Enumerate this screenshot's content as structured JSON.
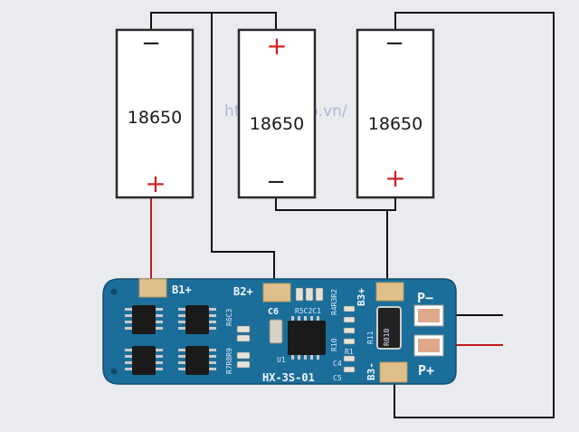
{
  "watermark": "http://hshop.vn/",
  "cells": [
    {
      "label": "18650",
      "top_sign": "−",
      "bottom_sign": "+"
    },
    {
      "label": "18650",
      "top_sign": "+",
      "bottom_sign": "−"
    },
    {
      "label": "18650",
      "top_sign": "−",
      "bottom_sign": "+"
    }
  ],
  "board": {
    "model": "HX-3S-01",
    "pads": {
      "b1": "B1+",
      "b2": "B2+",
      "b3p": "B3+",
      "b3m": "B3-",
      "pm": "P−",
      "pp": "P+"
    },
    "components": {
      "c6": "C6",
      "u1": "U1",
      "r11": "R11",
      "r010": "R010",
      "r6c3": "R6C3",
      "r7r8r9": "R7R8R9",
      "r5c2c1": "R5C2C1",
      "r4r3r2": "R4R3R2",
      "r10": "R10",
      "r1": "R1",
      "c4": "C4",
      "c5": "C5"
    }
  },
  "colors": {
    "background": "#e9ebee",
    "pcb": "#1b6e9a",
    "pad": "#e0c08a",
    "positive_sign": "#d32020",
    "positive_wire": "#c41b1b",
    "negative_wire": "#111111"
  }
}
